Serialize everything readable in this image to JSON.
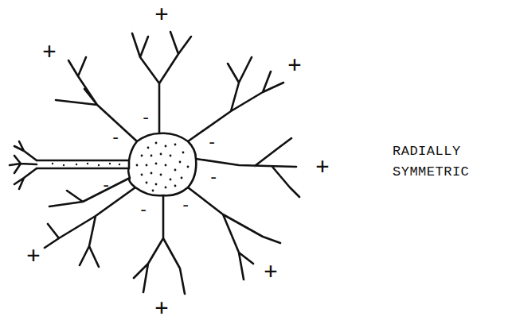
{
  "diagram": {
    "labels": [
      "+",
      "+",
      "+",
      "+",
      "+",
      "+",
      "+",
      "-",
      "-",
      "-",
      "-",
      "-",
      "-",
      "-",
      "RADIALLY SYMMETRIC"
    ]
  }
}
